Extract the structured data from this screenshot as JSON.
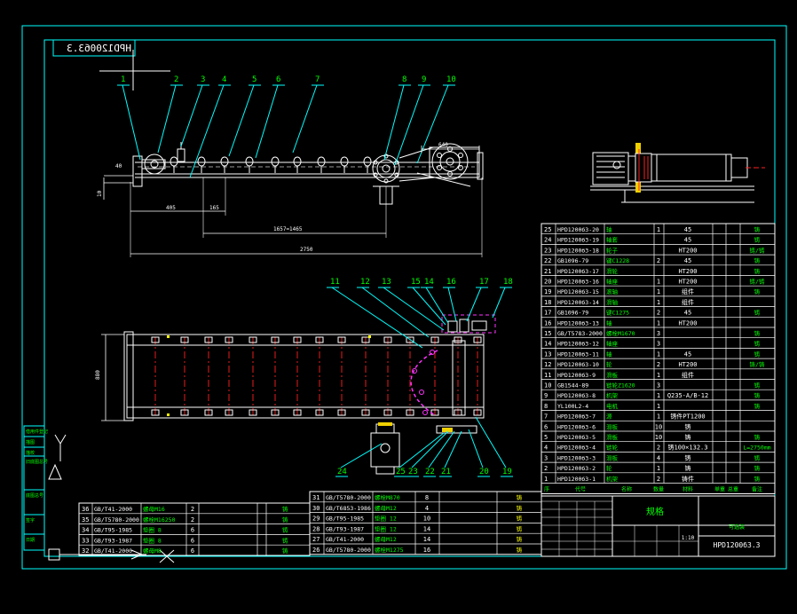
{
  "drawing": {
    "code_mirrored": "HPD1200б3.3",
    "code": "HPD1200б3.3",
    "scale": "1:10",
    "title_cn": "规格",
    "name_cn": "可选装",
    "table_header": [
      "序",
      "代号",
      "名称",
      "数量",
      "材料",
      "单重",
      "总重",
      "备注"
    ]
  },
  "balloons_top": [
    "1",
    "2",
    "3",
    "4",
    "5",
    "6",
    "7",
    "8",
    "9",
    "10"
  ],
  "balloons_plan": [
    "11",
    "12",
    "13",
    "15",
    "14",
    "16",
    "17",
    "18"
  ],
  "balloons_bottom": [
    "24",
    "25",
    "23",
    "22",
    "21",
    "20",
    "19"
  ],
  "dimensions": {
    "d640": "640",
    "d40": "40",
    "d10": "10",
    "d405": "405",
    "d165": "165",
    "d1465": "1657=1465",
    "d2750": "2750",
    "d880": "880"
  },
  "parts_right": [
    {
      "no": "25",
      "code": "HPD1200б3-20",
      "name": "轴",
      "qty": "1",
      "mat": "45",
      "note": "铸"
    },
    {
      "no": "24",
      "code": "HPD1200б3-19",
      "name": "轴套",
      "qty": "",
      "mat": "45",
      "note": "铸"
    },
    {
      "no": "23",
      "code": "HPD1200б3-18",
      "name": "轮子",
      "qty": "",
      "mat": "HT200",
      "note": "铸/铸"
    },
    {
      "no": "22",
      "code": "GB1096-79",
      "name": "键C1228",
      "qty": "2",
      "mat": "45",
      "note": "铸"
    },
    {
      "no": "21",
      "code": "HPD1200б3-17",
      "name": "滑轮",
      "qty": "",
      "mat": "HT200",
      "note": "铸"
    },
    {
      "no": "20",
      "code": "HPD1200б3-16",
      "name": "轴座",
      "qty": "1",
      "mat": "HT200",
      "note": "铸/铸"
    },
    {
      "no": "19",
      "code": "HPD1200б3-15",
      "name": "滚轴",
      "qty": "1",
      "mat": "组件",
      "note": "铸"
    },
    {
      "no": "18",
      "code": "HPD1200б3-14",
      "name": "滑轴",
      "qty": "1",
      "mat": "组件",
      "note": ""
    },
    {
      "no": "17",
      "code": "GB1096-79",
      "name": "键C1275",
      "qty": "2",
      "mat": "45",
      "note": "铸"
    },
    {
      "no": "16",
      "code": "HPD1200б3-13",
      "name": "轴",
      "qty": "1",
      "mat": "HT200",
      "note": ""
    },
    {
      "no": "15",
      "code": "GB/T5783-2000",
      "name": "螺栓M1670",
      "qty": "3",
      "mat": "",
      "note": "铸"
    },
    {
      "no": "14",
      "code": "HPD1200б3-12",
      "name": "轴座",
      "qty": "3",
      "mat": "",
      "note": "铸"
    },
    {
      "no": "13",
      "code": "HPD1200б3-11",
      "name": "轴",
      "qty": "1",
      "mat": "45",
      "note": "铸"
    },
    {
      "no": "12",
      "code": "HPD1200б3-10",
      "name": "轮",
      "qty": "2",
      "mat": "HT200",
      "note": "铸/铸"
    },
    {
      "no": "11",
      "code": "HPD1200б3-9",
      "name": "滑板",
      "qty": "1",
      "mat": "组件",
      "note": ""
    },
    {
      "no": "10",
      "code": "GB1544-89",
      "name": "链轮Z1620",
      "qty": "3",
      "mat": "",
      "note": "铸"
    },
    {
      "no": "9",
      "code": "HPD1200б3-8",
      "name": "机架",
      "qty": "1",
      "mat": "Q235-A/B-12",
      "note": "铸"
    },
    {
      "no": "8",
      "code": "YL100L2-4",
      "name": "电机",
      "qty": "1",
      "mat": "",
      "note": "铸"
    },
    {
      "no": "7",
      "code": "HPD1200б3-7",
      "name": "源",
      "qty": "1",
      "mat": "铸件PT1200",
      "note": ""
    },
    {
      "no": "6",
      "code": "HPD1200б3-6",
      "name": "滑板",
      "qty": "10",
      "mat": "铸",
      "note": ""
    },
    {
      "no": "5",
      "code": "HPD1200б3-5",
      "name": "滑板",
      "qty": "10",
      "mat": "铸",
      "note": "铸"
    },
    {
      "no": "4",
      "code": "HPD1200б3-4",
      "name": "链轮",
      "qty": "2",
      "mat": "铸100×132.3",
      "note": "L=2750mm"
    },
    {
      "no": "3",
      "code": "HPD1200б3-3",
      "name": "滑板",
      "qty": "4",
      "mat": "铸",
      "note": "铸"
    },
    {
      "no": "2",
      "code": "HPD1200б3-2",
      "name": "轮",
      "qty": "1",
      "mat": "铸",
      "note": "铸"
    },
    {
      "no": "1",
      "code": "HPD1200б3-1",
      "name": "机架",
      "qty": "2",
      "mat": "铸件",
      "note": "铸"
    }
  ],
  "parts_bottom_right": [
    {
      "no": "31",
      "code": "GB/T5780-2000",
      "name": "螺栓M870",
      "qty": "8",
      "note": "铸"
    },
    {
      "no": "30",
      "code": "GB/T6853-1986",
      "name": "螺母M12",
      "qty": "4",
      "note": "铸"
    },
    {
      "no": "29",
      "code": "GB/T95-1985",
      "name": "垫圈 12",
      "qty": "10",
      "note": "铸"
    },
    {
      "no": "28",
      "code": "GB/T93-1987",
      "name": "垫圈 12",
      "qty": "14",
      "note": "铸"
    },
    {
      "no": "27",
      "code": "GB/T41-2000",
      "name": "螺母M12",
      "qty": "14",
      "note": "铸"
    },
    {
      "no": "26",
      "code": "GB/T5780-2000",
      "name": "螺栓M1275",
      "qty": "16",
      "note": "铸"
    }
  ],
  "parts_bottom_left": [
    {
      "no": "36",
      "code": "GB/T41-2000",
      "name": "螺母M16",
      "qty": "2",
      "mark": "铸",
      "note": "铸"
    },
    {
      "no": "35",
      "code": "GB/T5780-2000",
      "name": "螺栓M16250",
      "qty": "2",
      "mark": "铸",
      "note": "铸"
    },
    {
      "no": "34",
      "code": "GB/T95-1985",
      "name": "垫圈 8",
      "qty": "6",
      "mark": "铸",
      "note": "铸"
    },
    {
      "no": "33",
      "code": "GB/T93-1987",
      "name": "垫圈 8",
      "qty": "6",
      "mark": "铸",
      "note": "铸"
    },
    {
      "no": "32",
      "code": "GB/T41-2000",
      "name": "螺母M8",
      "qty": "6",
      "mark": "铸",
      "note": "铸"
    }
  ],
  "left_strip": [
    "借用件登记",
    "描图",
    "描校",
    "旧底图总号",
    "底图总号",
    "签字",
    "日期"
  ],
  "colors": {
    "frame": "#00ffff",
    "line": "#ffffff",
    "text_green": "#00ff00",
    "text_yellow": "#ffff00",
    "text_white": "#ffffff",
    "red": "#ff2020",
    "magenta": "#ff33ff",
    "motor_yellow": "#f0d000"
  }
}
